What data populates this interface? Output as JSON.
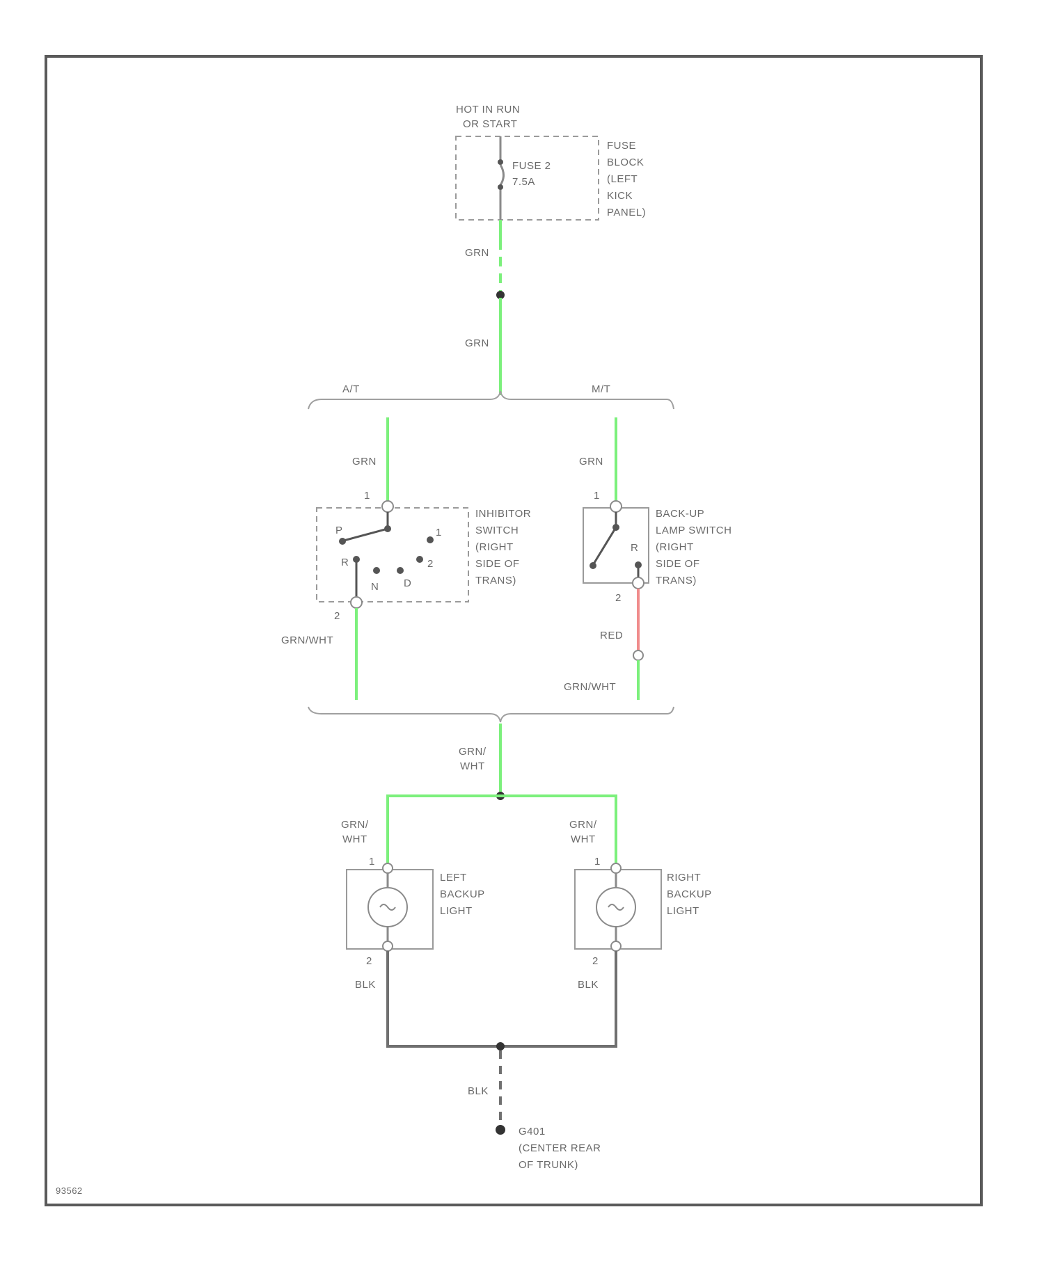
{
  "power_source": {
    "condition_line1": "HOT IN RUN",
    "condition_line2": "OR START"
  },
  "fuse_block": {
    "fuse_name": "FUSE 2",
    "fuse_rating": "7.5A",
    "label_lines": [
      "FUSE",
      "BLOCK",
      "(LEFT",
      "KICK",
      "PANEL)"
    ]
  },
  "wires": {
    "feed_upper": "GRN",
    "feed_lower": "GRN",
    "at_branch": "GRN",
    "mt_branch": "GRN",
    "inhibitor_out": "GRN/WHT",
    "backup_switch_out": "RED",
    "mt_lower": "GRN/WHT",
    "common_line1": "GRN/",
    "common_line2": "WHT",
    "left_lamp_feed_line1": "GRN/",
    "left_lamp_feed_line2": "WHT",
    "right_lamp_feed_line1": "GRN/",
    "right_lamp_feed_line2": "WHT",
    "left_ground": "BLK",
    "right_ground": "BLK",
    "main_ground": "BLK"
  },
  "transmission_options": {
    "automatic": "A/T",
    "manual": "M/T"
  },
  "inhibitor_switch": {
    "pin_in": "1",
    "pin_out": "2",
    "positions": [
      "P",
      "R",
      "N",
      "D",
      "2",
      "1"
    ],
    "label_lines": [
      "INHIBITOR",
      "SWITCH",
      "(RIGHT",
      "SIDE OF",
      "TRANS)"
    ]
  },
  "backup_lamp_switch": {
    "pin_in": "1",
    "pin_out": "2",
    "position": "R",
    "label_lines": [
      "BACK-UP",
      "LAMP SWITCH",
      "(RIGHT",
      "SIDE OF",
      "TRANS)"
    ]
  },
  "left_backup_light": {
    "pin_top": "1",
    "pin_bottom": "2",
    "label_lines": [
      "LEFT",
      "BACKUP",
      "LIGHT"
    ]
  },
  "right_backup_light": {
    "pin_top": "1",
    "pin_bottom": "2",
    "label_lines": [
      "RIGHT",
      "BACKUP",
      "LIGHT"
    ]
  },
  "ground_point": {
    "label_lines": [
      "G401",
      "(CENTER REAR",
      "OF TRUNK)"
    ]
  },
  "figure_code": "93562",
  "colors": {
    "green_wire": "#7cf07c",
    "red_wire": "#f08c8c",
    "black_wire": "#707070",
    "frame": "#5a5a5a"
  }
}
